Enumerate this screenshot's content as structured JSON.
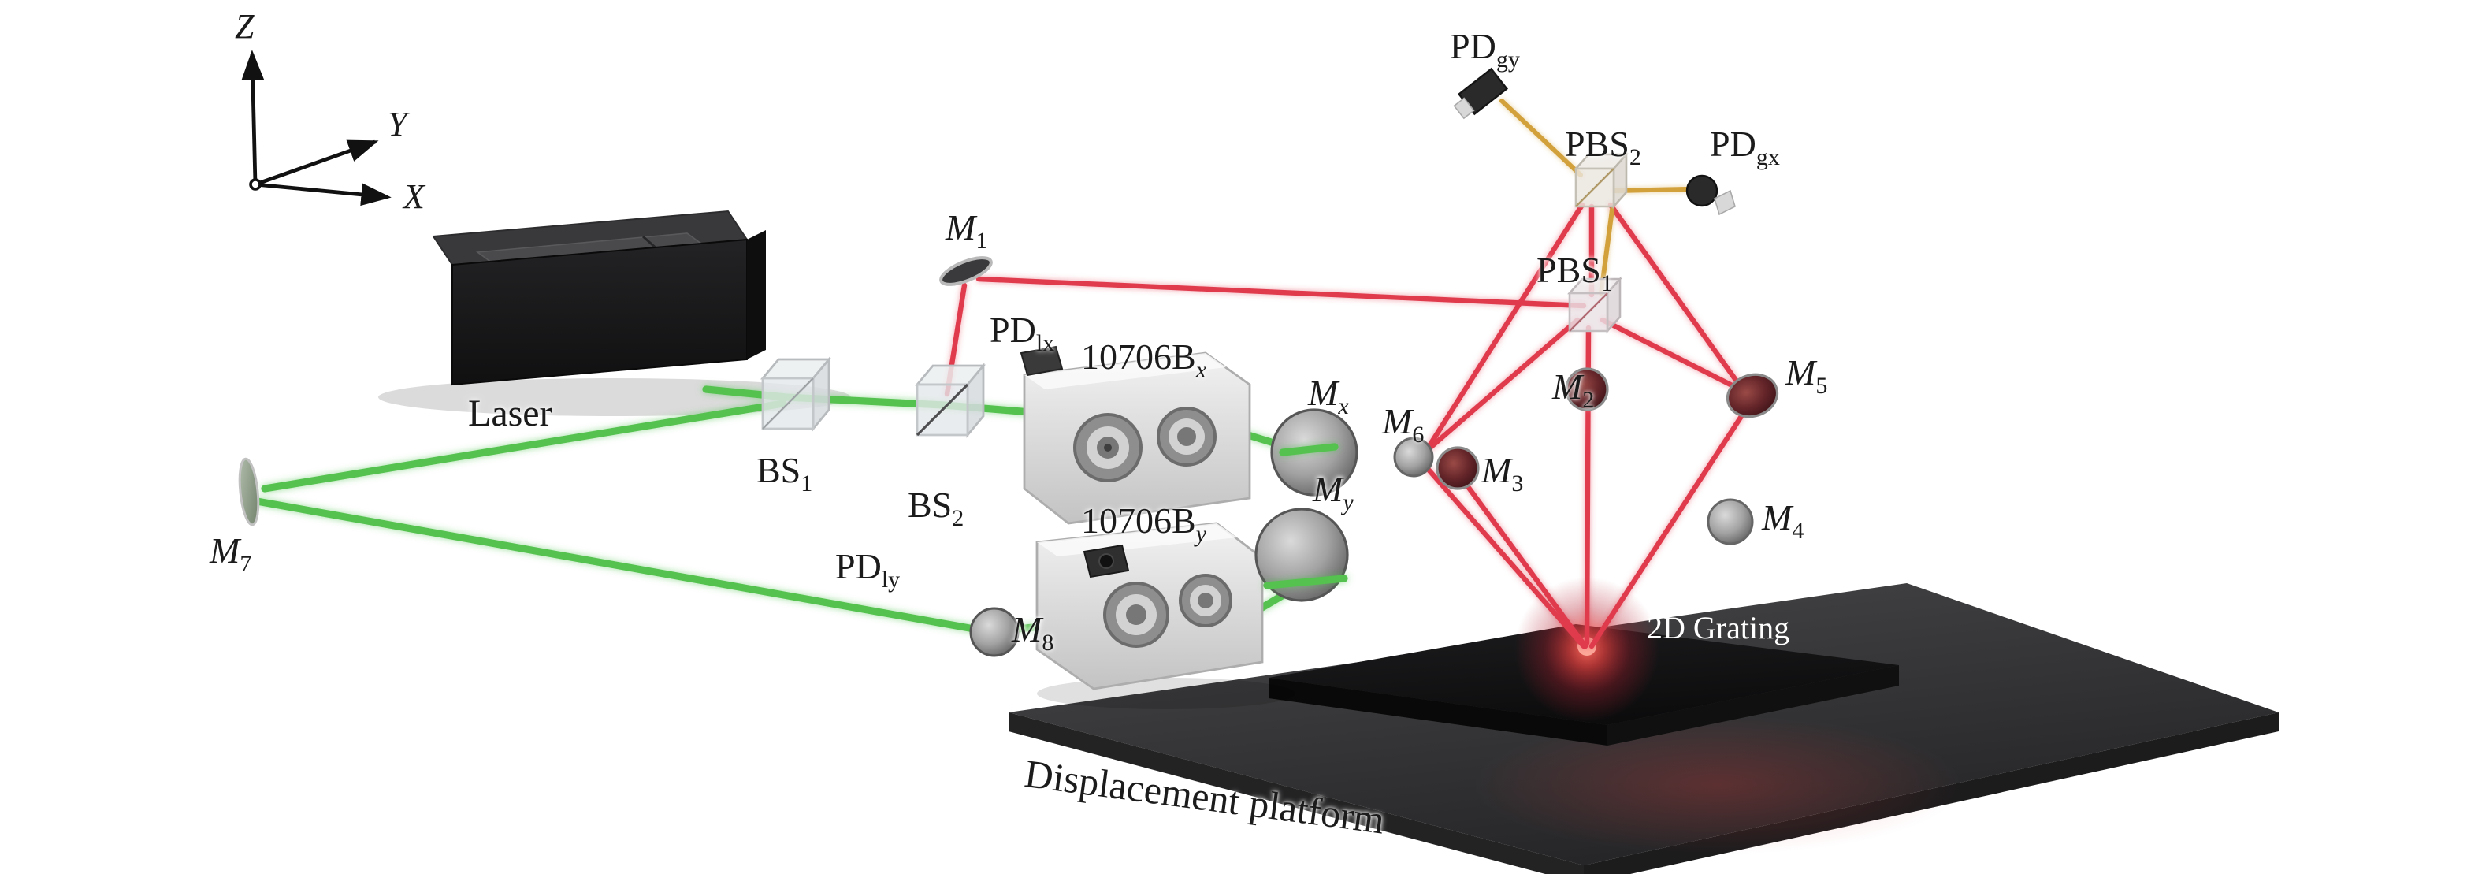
{
  "axes": {
    "z": "Z",
    "y": "Y",
    "x": "X"
  },
  "labels": {
    "laser": {
      "base": "Laser"
    },
    "bs1": {
      "base": "BS",
      "sub": "1"
    },
    "bs2": {
      "base": "BS",
      "sub": "2"
    },
    "m1": {
      "base": "M",
      "sub": "1"
    },
    "m2": {
      "base": "M",
      "sub": "2"
    },
    "m3": {
      "base": "M",
      "sub": "3"
    },
    "m4": {
      "base": "M",
      "sub": "4"
    },
    "m5": {
      "base": "M",
      "sub": "5"
    },
    "m6": {
      "base": "M",
      "sub": "6"
    },
    "m7": {
      "base": "M",
      "sub": "7"
    },
    "m8": {
      "base": "M",
      "sub": "8"
    },
    "mx": {
      "base": "M",
      "sub": "x"
    },
    "my": {
      "base": "M",
      "sub": "y"
    },
    "pd_lx": {
      "base": "PD",
      "sub": "lx"
    },
    "pd_ly": {
      "base": "PD",
      "sub": "ly"
    },
    "pd_gy": {
      "base": "PD",
      "sub": "gy"
    },
    "pd_gx": {
      "base": "PD",
      "sub": "gx"
    },
    "pbs1": {
      "base": "PBS",
      "sub": "1"
    },
    "pbs2": {
      "base": "PBS",
      "sub": "2"
    },
    "interferometer_x": {
      "base": "10706B",
      "sub": "x"
    },
    "interferometer_y": {
      "base": "10706B",
      "sub": "y"
    },
    "grating": {
      "base": "2D Grating"
    },
    "platform": {
      "base": "Displacement platform"
    }
  },
  "colors": {
    "beam_green": "#55c24f",
    "beam_red": "#e03a4e",
    "beam_yellow": "#d2a13b",
    "platform_top": "#3c3c3e",
    "stage_top": "#141415",
    "laser_body": "#1b1b1c",
    "background": "#ffffff"
  }
}
